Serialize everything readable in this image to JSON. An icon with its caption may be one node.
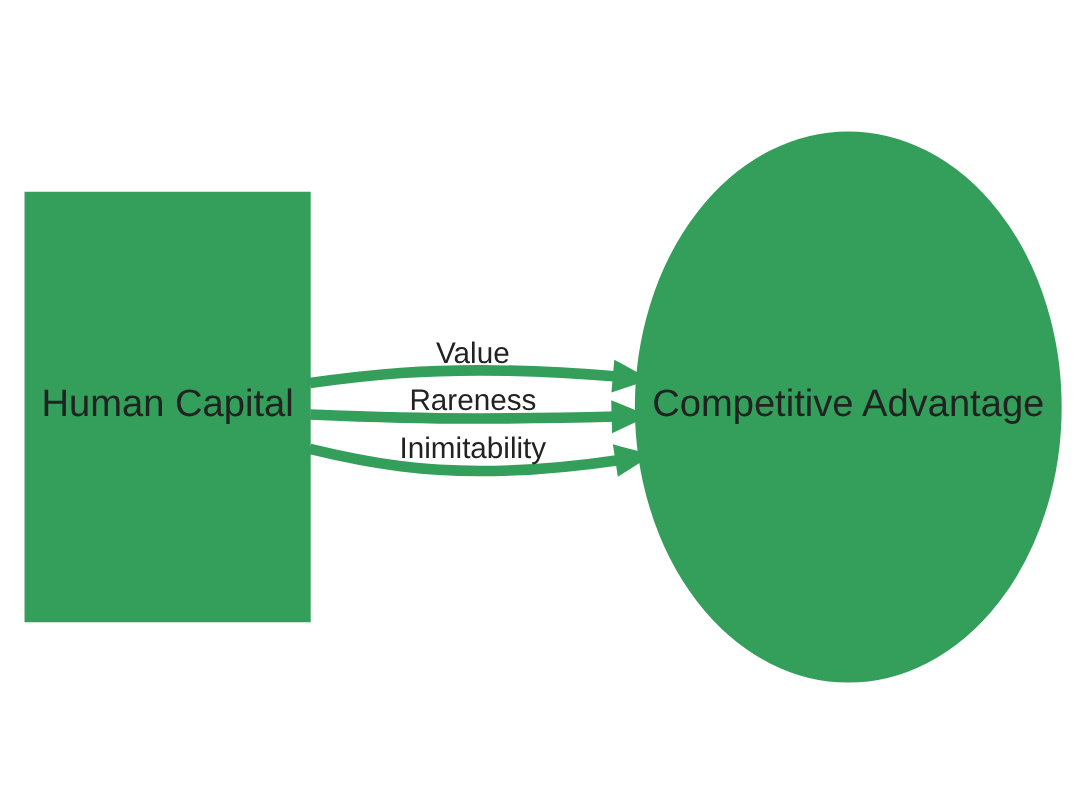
{
  "diagram": {
    "nodes": [
      {
        "text": [
          "Human Capital"
        ]
      },
      {
        "text": [
          "Competitive Advantage"
        ]
      }
    ],
    "edges": [
      {
        "from": 0,
        "to": 1,
        "arrow": "to",
        "label": "Value"
      },
      {
        "from": 0,
        "to": 1,
        "arrow": "to",
        "label": "Rareness"
      },
      {
        "from": 0,
        "to": 1,
        "arrow": "to",
        "label": "Inimitability"
      }
    ]
  }
}
